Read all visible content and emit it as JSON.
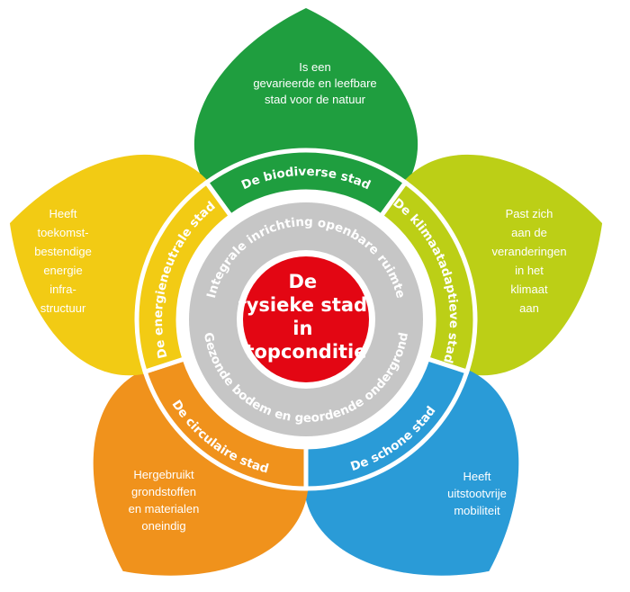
{
  "center": {
    "lines": [
      "De",
      "fysieke stad",
      "in",
      "topconditie"
    ],
    "color": "#e30613"
  },
  "ring": {
    "top": "Integrale inrichting openbare ruimte",
    "bottom": "Gezonde bodem en geordende ondergrond",
    "color": "#c6c6c6"
  },
  "segments": [
    {
      "label": "De biodiverse stad",
      "color": "#1f9e3f",
      "petal": [
        "Is een",
        "gevarieerde en leefbare",
        "stad voor de natuur"
      ]
    },
    {
      "label": "De klimaatadaptieve stad",
      "color": "#bccf16",
      "petal": [
        "Past zich",
        "aan de",
        "veranderingen",
        "in het",
        "klimaat",
        "aan"
      ]
    },
    {
      "label": "De schone stad",
      "color": "#2a9bd7",
      "petal": [
        "Heeft",
        "uitstootvrije",
        "mobiliteit"
      ]
    },
    {
      "label": "De circulaire stad",
      "color": "#f0921c",
      "petal": [
        "Hergebruikt",
        "grondstoffen",
        "en materialen",
        "oneindig"
      ]
    },
    {
      "label": "De energieneutrale stad",
      "color": "#f2cb14",
      "petal": [
        "Heeft",
        "toekomst-",
        "bestendige",
        "energie",
        "infra-",
        "structuur"
      ]
    }
  ]
}
